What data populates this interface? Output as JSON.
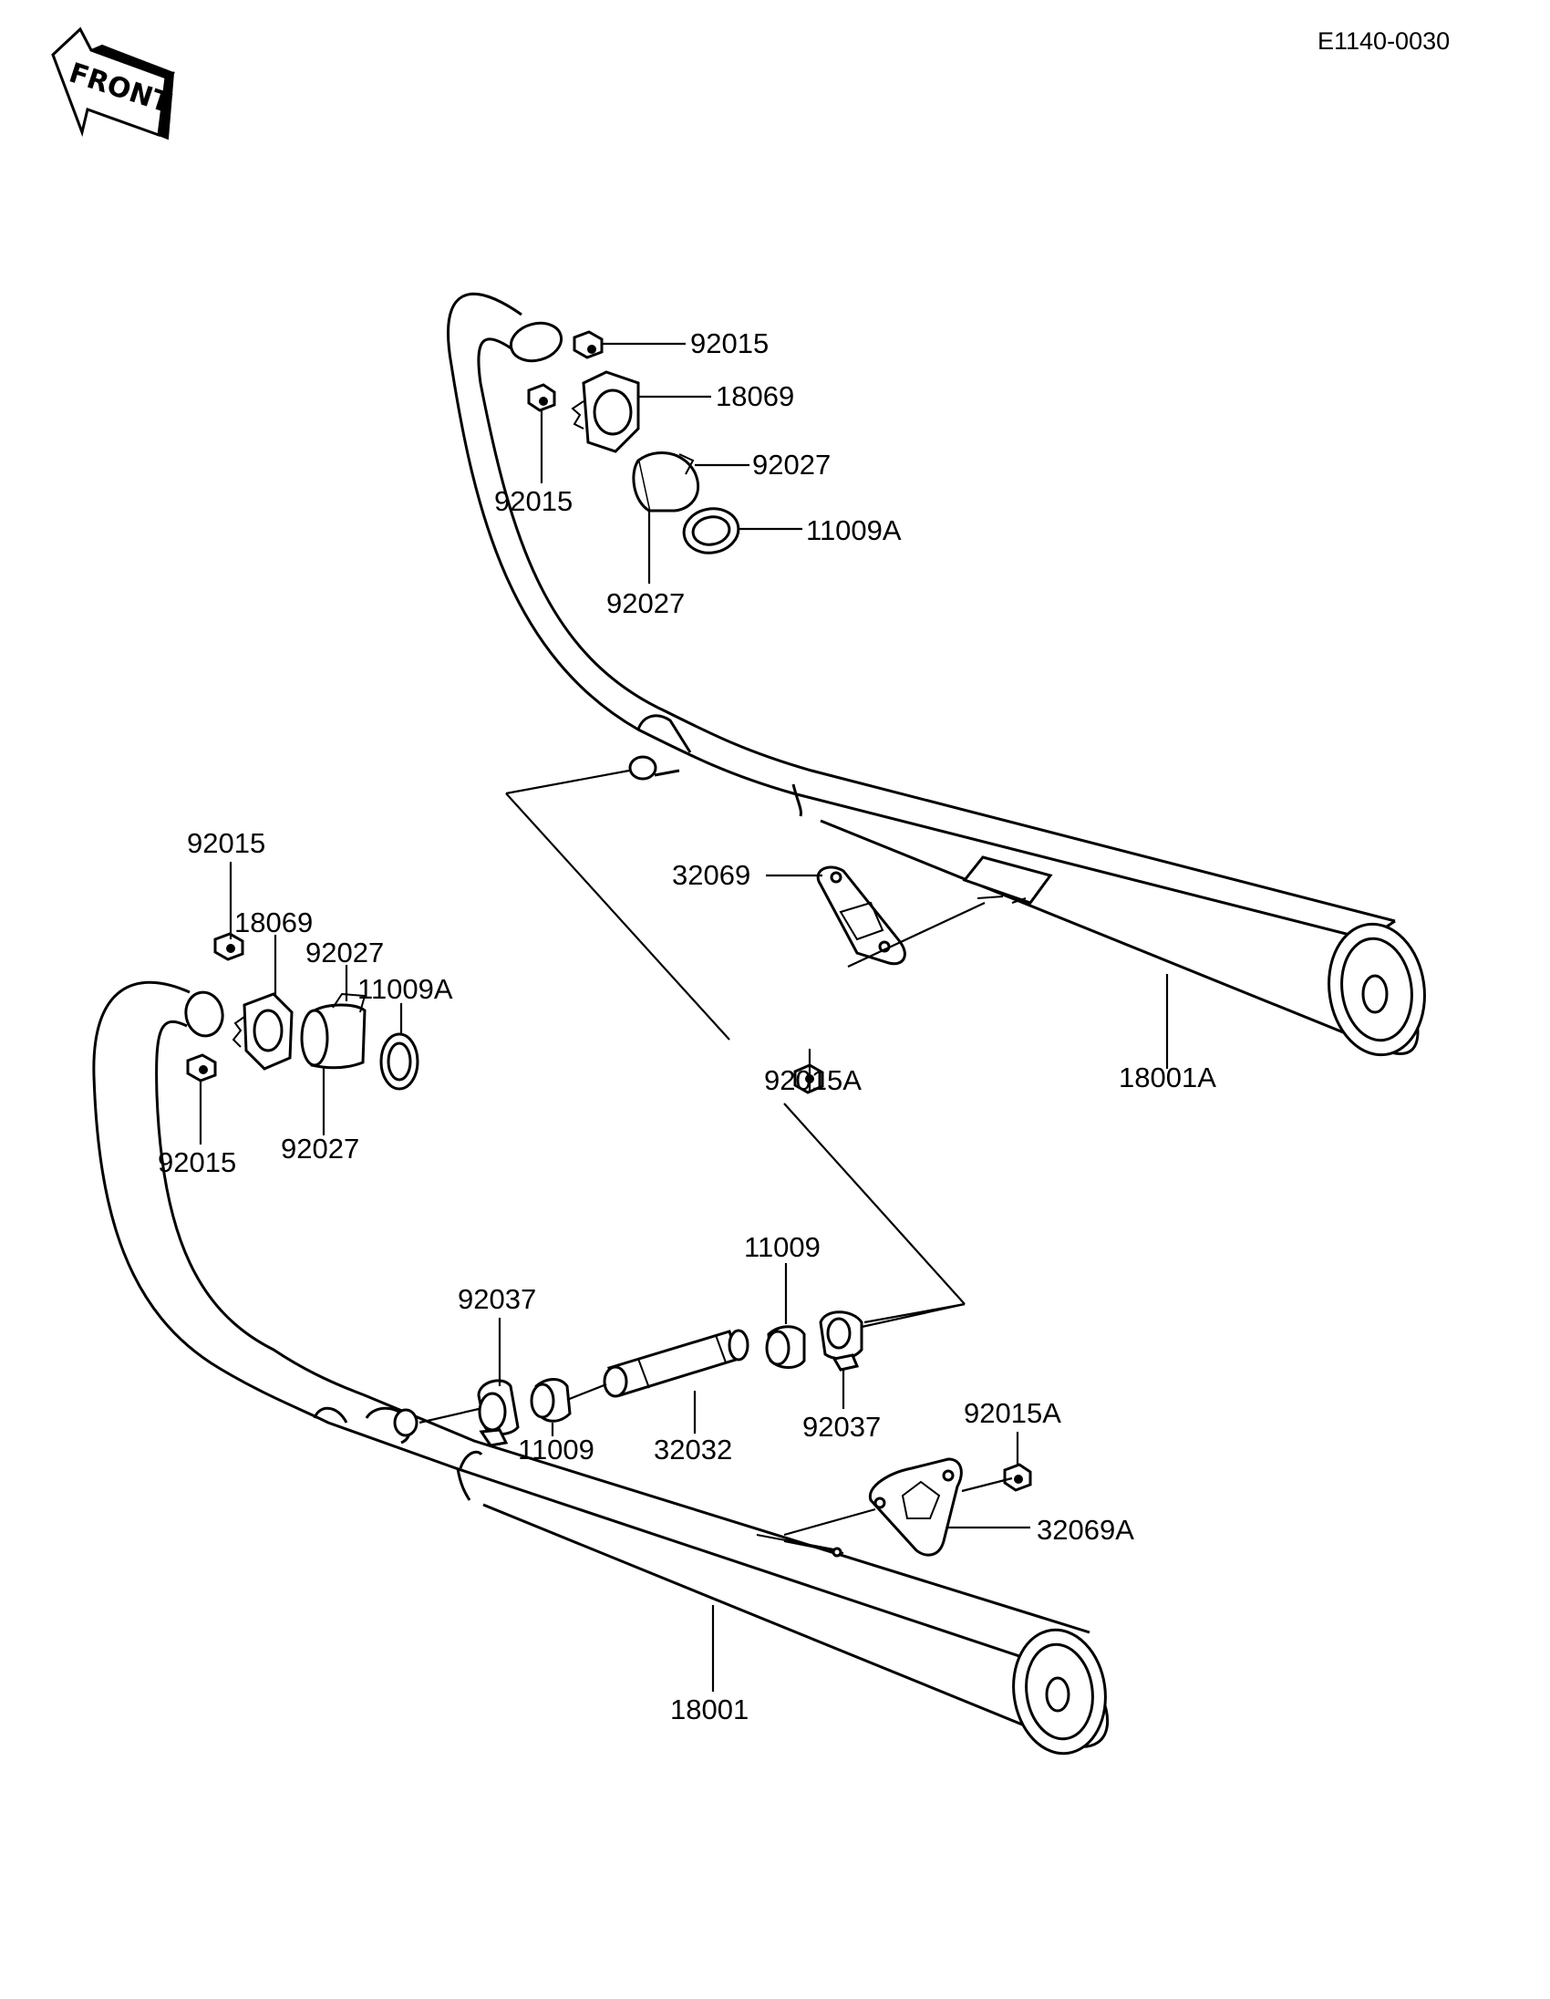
{
  "diagram_code": "E1140-0030",
  "front_marker": "FRONT",
  "callouts": {
    "u_92015_top": "92015",
    "u_18069": "18069",
    "u_92015_left": "92015",
    "u_92027_clip": "92027",
    "u_11009A": "11009A",
    "u_92027_sleeve": "92027",
    "u_32069": "32069",
    "u_92015A": "92015A",
    "u_18001A": "18001A",
    "l_92015_top": "92015",
    "l_18069": "18069",
    "l_92027_clip": "92027",
    "l_11009A": "11009A",
    "l_92015_bottom": "92015",
    "l_92027_sleeve": "92027",
    "l_11009_right": "11009",
    "l_92037_left": "92037",
    "l_11009_left": "11009",
    "l_32032": "32032",
    "l_92037_right": "92037",
    "l_92015A": "92015A",
    "l_32069A": "32069A",
    "l_18001": "18001"
  }
}
